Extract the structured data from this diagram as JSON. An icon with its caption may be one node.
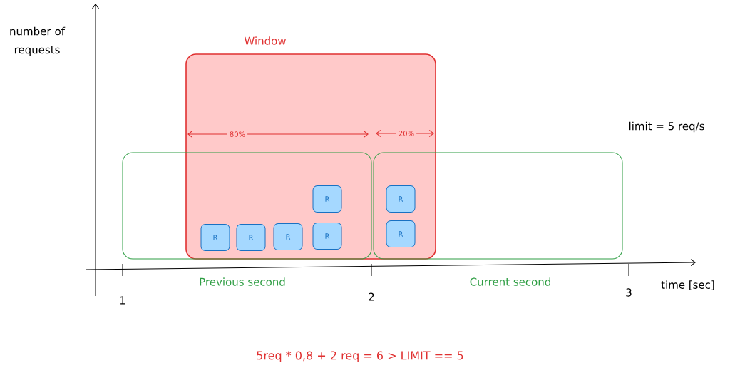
{
  "diagram": {
    "nodes": [
      {
        "text": [
          "Window"
        ]
      },
      {
        "text": [
          "Previous second"
        ]
      },
      {
        "text": [
          "Current second"
        ]
      },
      {
        "text": [
          "R"
        ]
      },
      {
        "text": [
          "R"
        ]
      },
      {
        "text": [
          "R"
        ]
      },
      {
        "text": [
          "R"
        ]
      },
      {
        "text": [
          "R"
        ]
      },
      {
        "text": [
          "R"
        ]
      },
      {
        "text": [
          "R"
        ]
      }
    ],
    "labels": [
      "number of requests",
      "80%",
      "20%",
      "limit = 5 req/s",
      "1",
      "2",
      "3",
      "time [sec]",
      "5req * 0,8 + 2 req = 6 > LIMIT == 5"
    ]
  }
}
